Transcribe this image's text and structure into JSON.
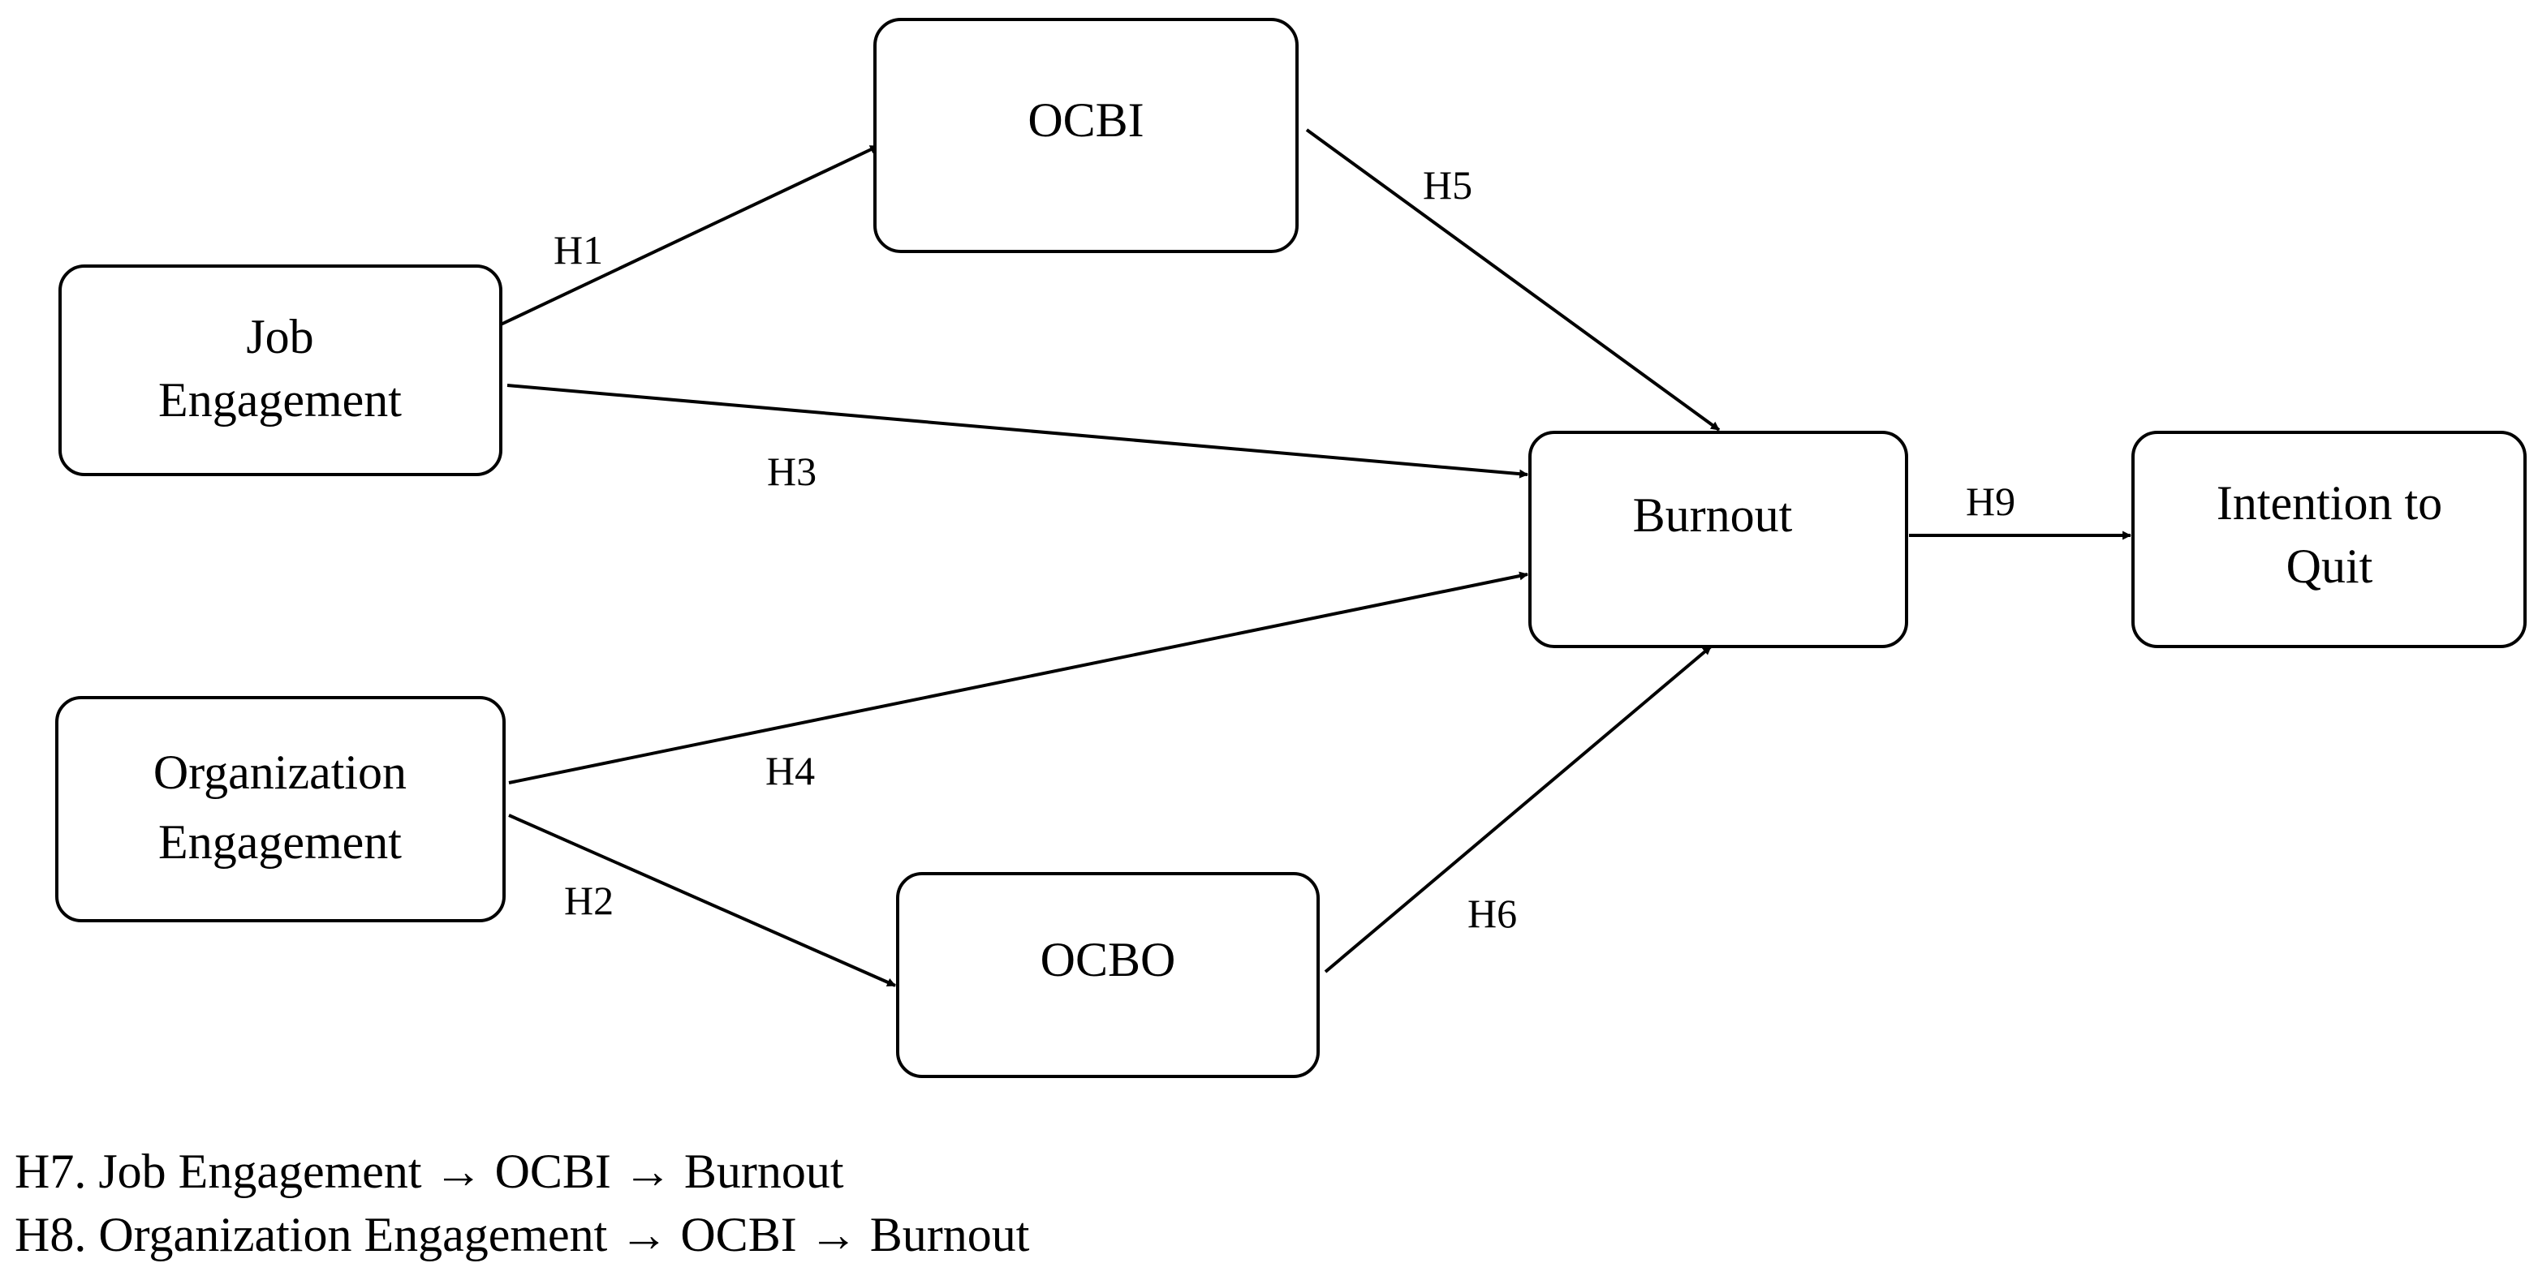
{
  "nodes": {
    "job_engagement": {
      "lines": [
        "Job",
        "Engagement"
      ]
    },
    "org_engagement": {
      "lines": [
        "Organization",
        "Engagement"
      ]
    },
    "ocbi": {
      "lines": [
        "OCBI"
      ]
    },
    "ocbo": {
      "lines": [
        "OCBO"
      ]
    },
    "burnout": {
      "lines": [
        "Burnout"
      ]
    },
    "intention_to_quit": {
      "lines": [
        "Intention to",
        "Quit"
      ]
    }
  },
  "edges": {
    "h1": {
      "label": "H1",
      "from": "Job Engagement",
      "to": "OCBI"
    },
    "h2": {
      "label": "H2",
      "from": "Organization Engagement",
      "to": "OCBO"
    },
    "h3": {
      "label": "H3",
      "from": "Job Engagement",
      "to": "Burnout"
    },
    "h4": {
      "label": "H4",
      "from": "Organization Engagement",
      "to": "Burnout"
    },
    "h5": {
      "label": "H5",
      "from": "OCBI",
      "to": "Burnout"
    },
    "h6": {
      "label": "H6",
      "from": "OCBO",
      "to": "Burnout"
    },
    "h9": {
      "label": "H9",
      "from": "Burnout",
      "to": "Intention to Quit"
    }
  },
  "notes": {
    "h7": "H7. Job Engagement → OCBI → Burnout",
    "h8": "H8. Organization Engagement → OCBI → Burnout"
  }
}
